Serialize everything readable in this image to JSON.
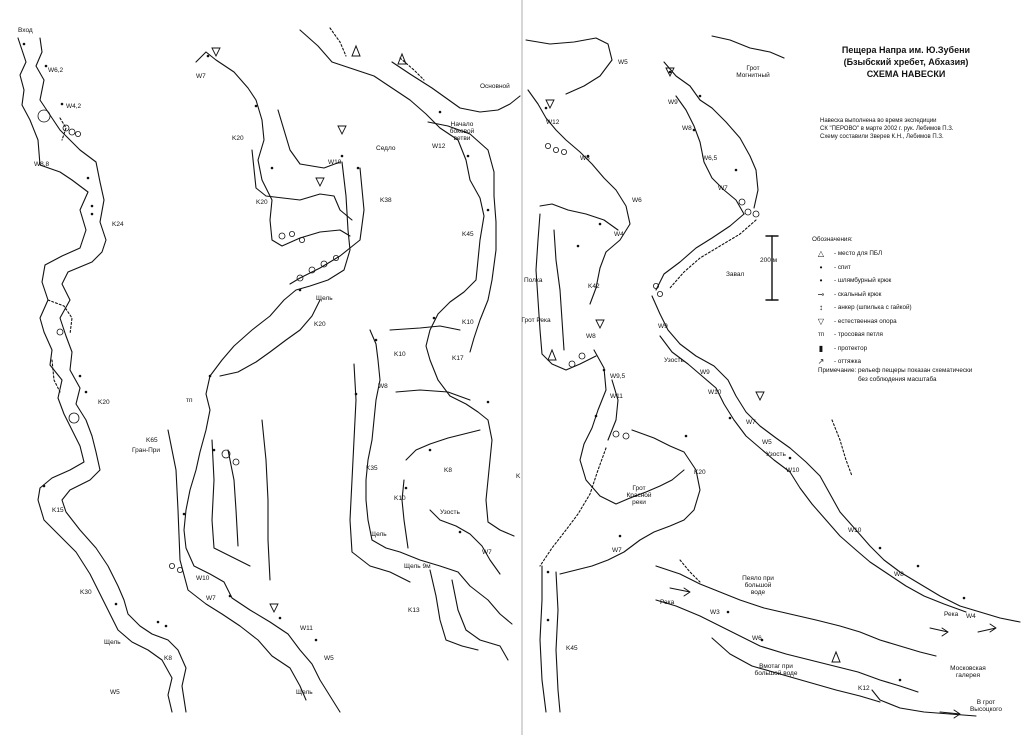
{
  "title": {
    "line1": "Пещера Напра им. Ю.Зубени",
    "line2": "(Бзыбский хребет, Абхазия)",
    "line3": "СХЕМА НАВЕСКИ"
  },
  "expedition_note": {
    "line1": "Навеска выполнена во время экспедиции",
    "line2": "СК \"ПЕРОВО\" в марте 2002 г. рук. Лебимов П.З.",
    "line3": "Схему составили Зверев К.Н., Лебимов П.З."
  },
  "scale_bar": {
    "label": "200 м"
  },
  "legend": {
    "heading": "Обозначения:",
    "items": [
      {
        "symbol": "△",
        "icon": "triangle-icon",
        "label": "- место для ПБЛ"
      },
      {
        "symbol": "•",
        "icon": "dot-icon",
        "label": "- спит"
      },
      {
        "symbol": "•",
        "icon": "dot-icon",
        "label": "- шлямбурный крюк"
      },
      {
        "symbol": "⊸",
        "icon": "rock-hook-icon",
        "label": "- скальный крюк"
      },
      {
        "symbol": "↕",
        "icon": "anchor-icon",
        "label": "- анкер (шпилька с гайкой)"
      },
      {
        "symbol": "▽",
        "icon": "natural-support-icon",
        "label": "- естественная опора"
      },
      {
        "symbol": "тп",
        "icon": "cable-loop-icon",
        "label": "- тросовая петля"
      },
      {
        "symbol": "▮",
        "icon": "protector-icon",
        "label": "- протектор"
      },
      {
        "symbol": "↗",
        "icon": "deviation-icon",
        "label": "- оттяжка"
      }
    ]
  },
  "remark": {
    "line1": "Примечание: рельеф пещеры показан схематически",
    "line2": "без соблюдения масштаба"
  },
  "labels": [
    {
      "text": "Вход"
    },
    {
      "text": "W6,2"
    },
    {
      "text": "W4,2"
    },
    {
      "text": "W8,8"
    },
    {
      "text": "K24"
    },
    {
      "text": "K20"
    },
    {
      "text": "K15"
    },
    {
      "text": "K30"
    },
    {
      "text": "Щель"
    },
    {
      "text": "K8"
    },
    {
      "text": "W5"
    },
    {
      "text": "W7"
    },
    {
      "text": "K20"
    },
    {
      "text": "K20"
    },
    {
      "text": "W10"
    },
    {
      "text": "Седло"
    },
    {
      "text": "K38"
    },
    {
      "text": "Щель"
    },
    {
      "text": "K20"
    },
    {
      "text": "тп"
    },
    {
      "text": "K65"
    },
    {
      "text": "Гран-При"
    },
    {
      "text": "W10"
    },
    {
      "text": "W7"
    },
    {
      "text": "W11"
    },
    {
      "text": "W5"
    },
    {
      "text": "Щель"
    },
    {
      "text": "Основной"
    },
    {
      "text": "Начало боковой ветви"
    },
    {
      "text": "W12"
    },
    {
      "text": "K45"
    },
    {
      "text": "K10"
    },
    {
      "text": "K10"
    },
    {
      "text": "K17"
    },
    {
      "text": "W8"
    },
    {
      "text": "K35"
    },
    {
      "text": "K8"
    },
    {
      "text": "K10"
    },
    {
      "text": "Узость"
    },
    {
      "text": "W7"
    },
    {
      "text": "Щель"
    },
    {
      "text": "Щель 9м"
    },
    {
      "text": "K13"
    },
    {
      "text": "K"
    },
    {
      "text": "W5"
    },
    {
      "text": "W12"
    },
    {
      "text": "W8"
    },
    {
      "text": "W6"
    },
    {
      "text": "W4"
    },
    {
      "text": "Полка"
    },
    {
      "text": "K42"
    },
    {
      "text": "Грот Река"
    },
    {
      "text": "W8"
    },
    {
      "text": "W9,5"
    },
    {
      "text": "W11"
    },
    {
      "text": "K20"
    },
    {
      "text": "Грот Красной реки"
    },
    {
      "text": "W7"
    },
    {
      "text": "K45"
    },
    {
      "text": "Грот Могнитный"
    },
    {
      "text": "W9"
    },
    {
      "text": "W8"
    },
    {
      "text": "W6,5"
    },
    {
      "text": "W7"
    },
    {
      "text": "Завал"
    },
    {
      "text": "W9"
    },
    {
      "text": "Узость"
    },
    {
      "text": "W9"
    },
    {
      "text": "W10"
    },
    {
      "text": "W7"
    },
    {
      "text": "W5"
    },
    {
      "text": "Узость"
    },
    {
      "text": "W10"
    },
    {
      "text": "W10"
    },
    {
      "text": "W8"
    },
    {
      "text": "Река"
    },
    {
      "text": "W4"
    },
    {
      "text": "Река"
    },
    {
      "text": "W3"
    },
    {
      "text": "Пеяло при большой воде"
    },
    {
      "text": "W6"
    },
    {
      "text": "Вмотаг при большой воде"
    },
    {
      "text": "K12"
    },
    {
      "text": "Московская галерея"
    },
    {
      "text": "В грот Высоцкого"
    }
  ]
}
